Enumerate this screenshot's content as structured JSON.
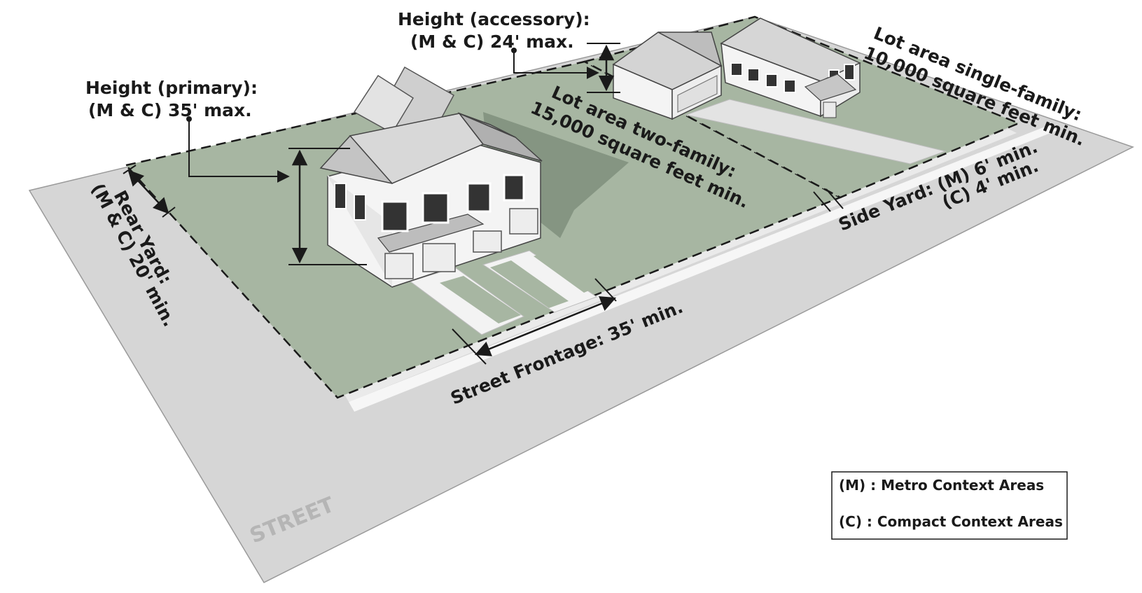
{
  "labels": {
    "height_accessory_line1": "Height (accessory):",
    "height_accessory_line2": "(M & C) 24' max.",
    "height_primary_line1": "Height (primary):",
    "height_primary_line2": "(M & C) 35' max.",
    "lot_two_family_line1": "Lot area two-family:",
    "lot_two_family_line2": "15,000 square feet min.",
    "lot_single_family_line1": "Lot area single-family:",
    "lot_single_family_line2": "10,000 square feet min.",
    "rear_yard_line1": "Rear Yard:",
    "rear_yard_line2": "(M & C) 20' min.",
    "side_yard_line1": "Side Yard: (M) 6' min.",
    "side_yard_line2": "(C) 4' min.",
    "street_frontage": "Street Frontage: 35' min.",
    "street": "STREET"
  },
  "legend": {
    "metro": "(M) : Metro Context Areas",
    "compact": "(C) : Compact Context Areas"
  },
  "colors": {
    "lot_green": "#a7b6a2",
    "street_gray": "#d6d6d6",
    "sidewalk": "#f6f6f6",
    "house_wall": "#f4f4f4",
    "roof_light": "#d8d8d8",
    "roof_dark": "#a9a9a9",
    "shadow": "#7f8f7c",
    "ink": "#1a1a1a"
  }
}
